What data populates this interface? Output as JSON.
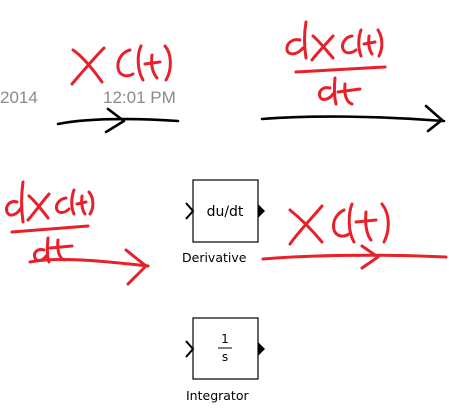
{
  "timestamp": {
    "date": "2014",
    "time": "12:01 PM"
  },
  "blocks": [
    {
      "id": "derivative",
      "symbol": "du/dt",
      "label": "Derivative"
    },
    {
      "id": "integrator",
      "numerator": "1",
      "denominator": "s",
      "label": "Integrator"
    }
  ],
  "annotations": {
    "x_of_t_top": "x(t)",
    "dx_dt_numerator_top": "dx(t)",
    "dx_dt_denominator_top": "dt",
    "dx_dt_numerator_left": "dx(t)",
    "dx_dt_denominator_left": "dt",
    "x_of_t_right": "x(t)"
  },
  "colors": {
    "ink_red": "#e8202a",
    "ink_black": "#000000",
    "timestamp_gray": "#8a8a8a",
    "block_border": "#000000"
  }
}
